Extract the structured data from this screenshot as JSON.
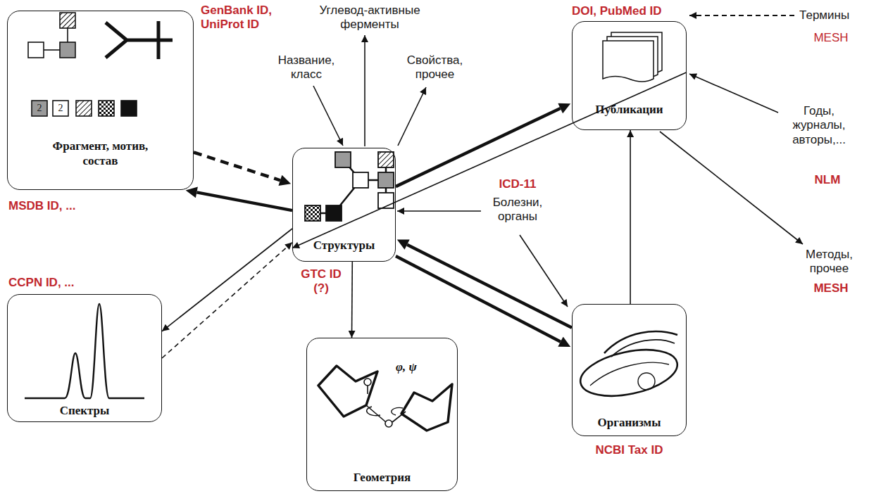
{
  "diagram": {
    "nodes": [
      {
        "text": [
          "Фрагмент, мотив, состав"
        ]
      },
      {
        "text": [
          "Структуры"
        ]
      },
      {
        "text": [
          "Публикации"
        ]
      },
      {
        "text": [
          "Спектры"
        ]
      },
      {
        "text": [
          "φ, ψ",
          "Геометрия"
        ]
      },
      {
        "text": [
          "Организмы"
        ]
      }
    ],
    "edges": [
      {
        "from": 1,
        "to": 0,
        "arrow": "to"
      },
      {
        "from": 0,
        "to": 1,
        "arrow": "to"
      },
      {
        "from": 1,
        "to": 2,
        "arrow": "to"
      },
      {
        "from": 2,
        "to": 1,
        "arrow": "to"
      },
      {
        "from": 1,
        "to": 3,
        "arrow": "to"
      },
      {
        "from": 3,
        "to": 1,
        "arrow": "to"
      },
      {
        "from": 1,
        "to": 4,
        "arrow": "to"
      },
      {
        "from": 5,
        "to": 1,
        "arrow": "to"
      },
      {
        "from": 1,
        "to": 5,
        "arrow": "to"
      },
      {
        "from": 5,
        "to": 2,
        "arrow": "to"
      }
    ],
    "labels": [
      "GenBank ID, UniProt ID",
      "Углевод-активные ферменты",
      "DOI, PubMed ID",
      "Термины",
      "MESH",
      "Название, класс",
      "Свойства, прочее",
      "2",
      "2",
      "MSDB ID, ...",
      "ICD-11",
      "Болезни, органы",
      "Годы, журналы, авторы,...",
      "NLM",
      "CCPN ID, ...",
      "GTC ID (?)",
      "Методы, прочее",
      "MESH",
      "NCBI Tax ID"
    ]
  }
}
